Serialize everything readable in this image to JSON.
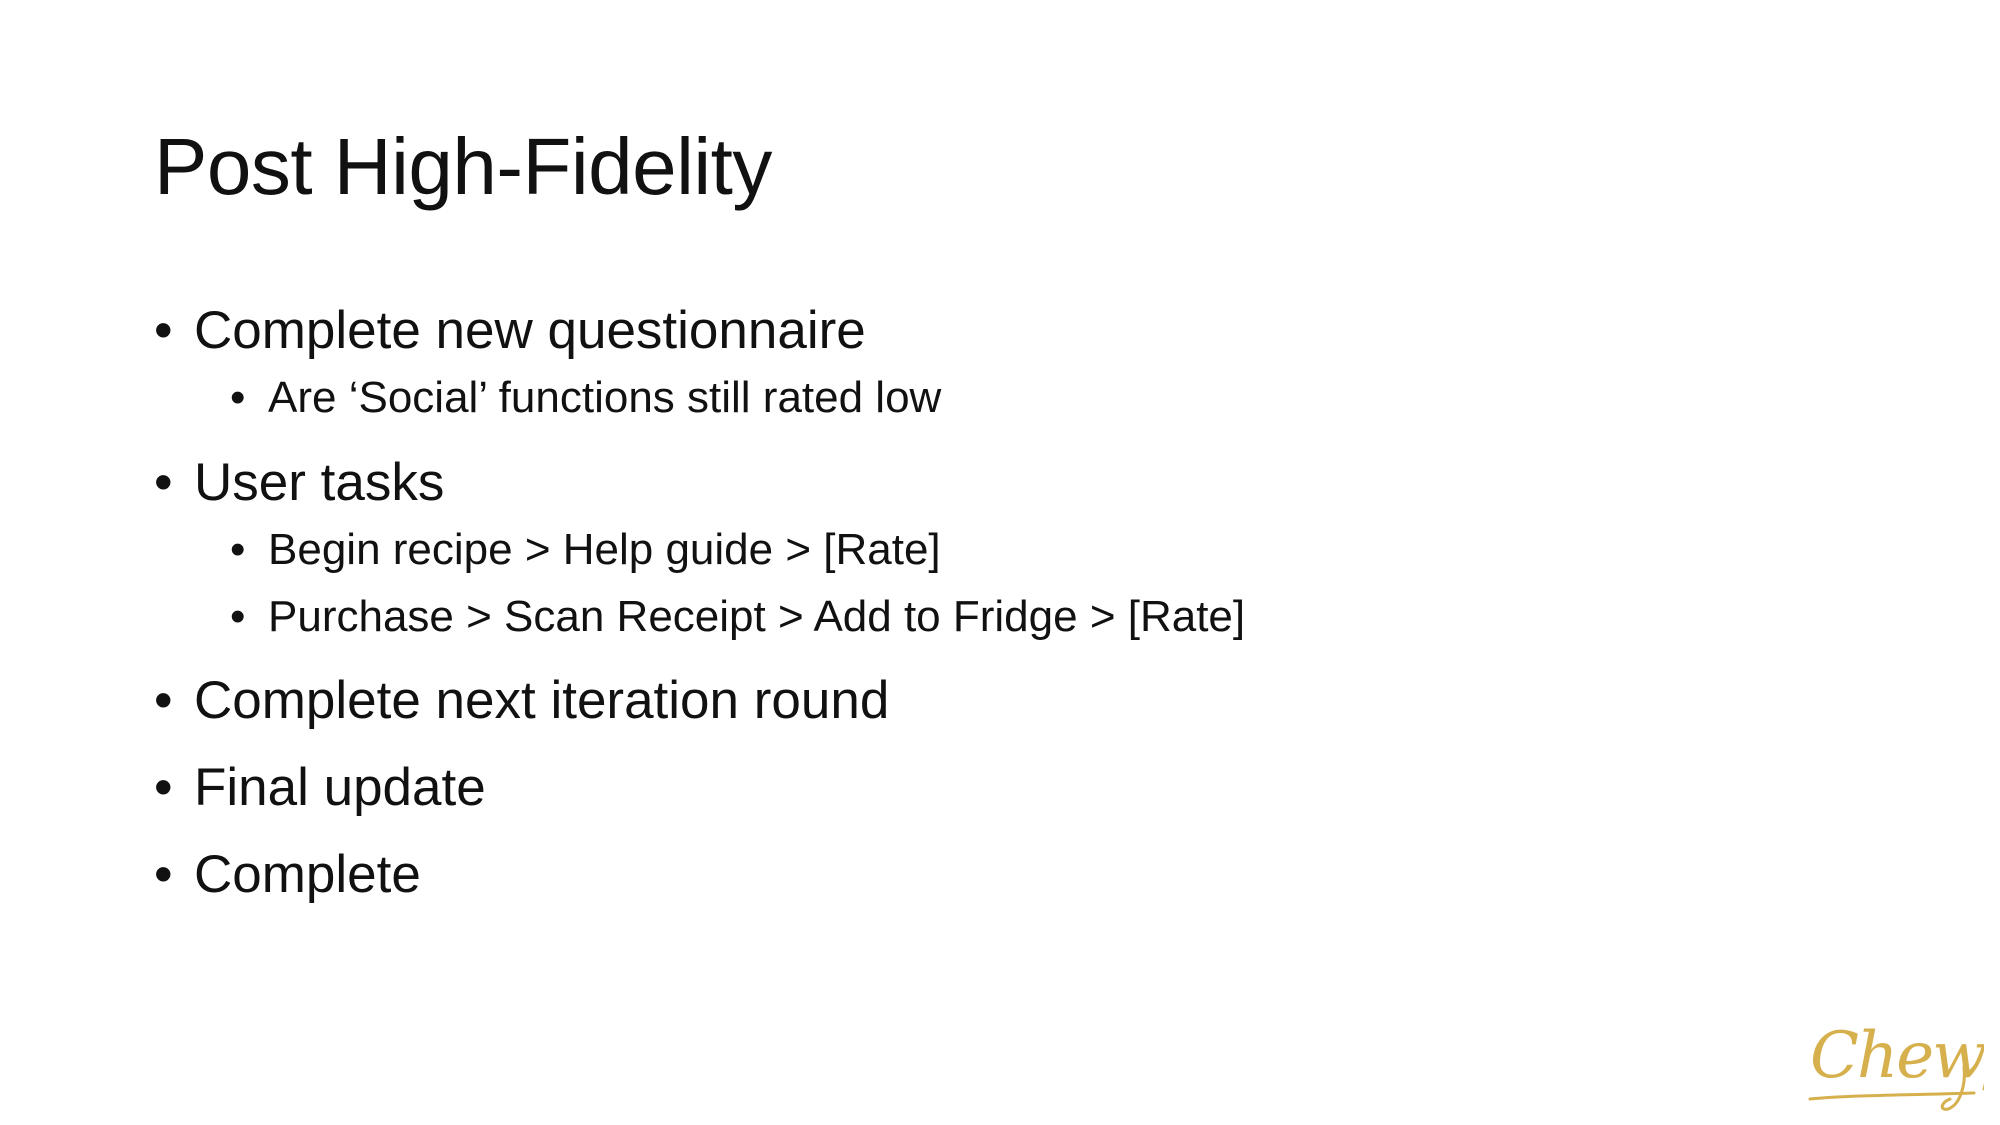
{
  "slide": {
    "title": "Post High-Fidelity",
    "bullets": [
      {
        "bullet": "•",
        "text": "Complete new questionnaire"
      },
      {
        "bullet": "•",
        "text": "Are ‘Social’ functions still rated low"
      },
      {
        "bullet": "•",
        "text": "User tasks"
      },
      {
        "bullet": "•",
        "text": "Begin recipe > Help guide > [Rate]"
      },
      {
        "bullet": "•",
        "text": "Purchase > Scan Receipt > Add to Fridge > [Rate]"
      },
      {
        "bullet": "•",
        "text": "Complete next iteration round"
      },
      {
        "bullet": "•",
        "text": "Final update"
      },
      {
        "bullet": "•",
        "text": "Complete"
      }
    ]
  },
  "logo": {
    "text": "Chewy",
    "color": "#d7b04e"
  }
}
